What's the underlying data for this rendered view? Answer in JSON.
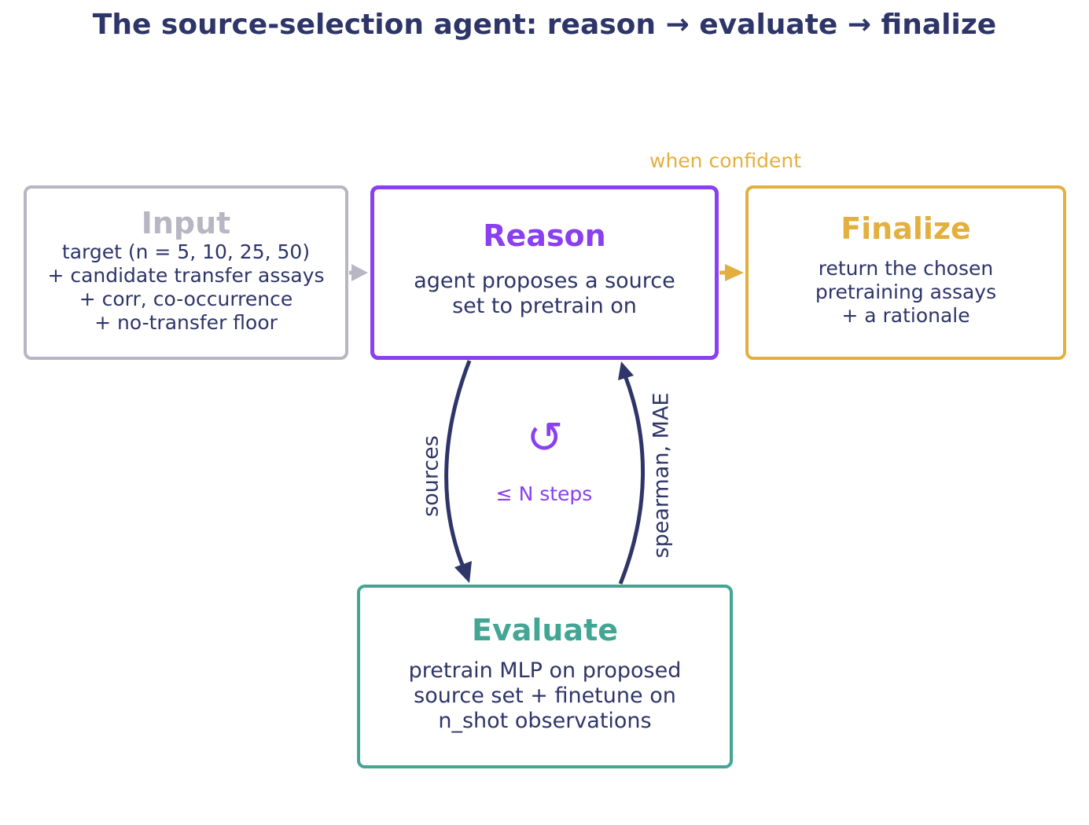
{
  "title": "The source-selection agent: reason → evaluate → finalize",
  "colors": {
    "navy": "#2e3568",
    "input": "#b9b6c3",
    "reason": "#8a3ff0",
    "finalize": "#e3b03f",
    "evaluate": "#43a695"
  },
  "input": {
    "title": "Input",
    "lines": [
      "target (n = 5, 10, 25, 50)",
      "+ candidate transfer assays",
      "+ corr, co-occurrence",
      "+ no-transfer floor"
    ]
  },
  "reason": {
    "title": "Reason",
    "lines": [
      "agent proposes a source",
      "set to pretrain on"
    ]
  },
  "finalize": {
    "title": "Finalize",
    "lines": [
      "return the chosen",
      "pretraining assays",
      "+ a rationale"
    ]
  },
  "evaluate": {
    "title": "Evaluate",
    "lines": [
      "pretrain MLP on proposed",
      "source set + finetune on",
      "n_shot observations"
    ]
  },
  "edges": {
    "finalize_condition": "when confident",
    "to_evaluate": "sources",
    "to_reason": "spearman, MAE"
  },
  "loop": {
    "icon": "↺",
    "icon_name": "loop-icon",
    "max_steps": "≤ N steps"
  }
}
